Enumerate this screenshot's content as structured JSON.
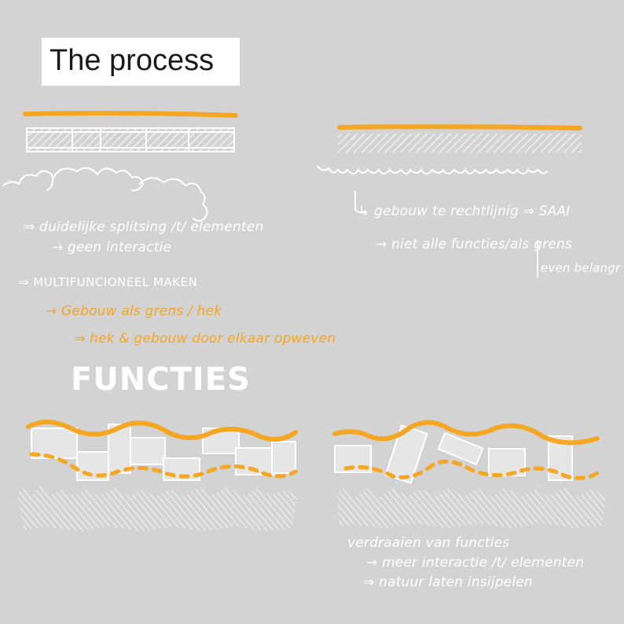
{
  "title": "The process",
  "colors": {
    "background": "#d3d3d3",
    "accent": "#f5a623",
    "sketch": "#ffffff",
    "block": "#e6e6e6"
  },
  "left_notes": {
    "line1": "⇒ duidelijke splitsing /t/ elementen",
    "line2": "→ geen interactie"
  },
  "right_notes": {
    "line1": "↳ gebouw te rechtlijnig ⇒ SAAI",
    "line2": "→ niet alle functies/als grens",
    "line3": "even belangr"
  },
  "multi_notes": {
    "line1": "⇒ MULTIFUNCIONEEL MAKEN",
    "line2": "→ Gebouw als grens / hek",
    "line3": "⇒ hek & gebouw door elkaar opweven"
  },
  "heading": "FUNCTIES",
  "bottom_notes": {
    "line1": "verdraaien van functies",
    "line2": "→ meer interactie /t/ elementen",
    "line3": "⇒ natuur laten insijpelen"
  }
}
